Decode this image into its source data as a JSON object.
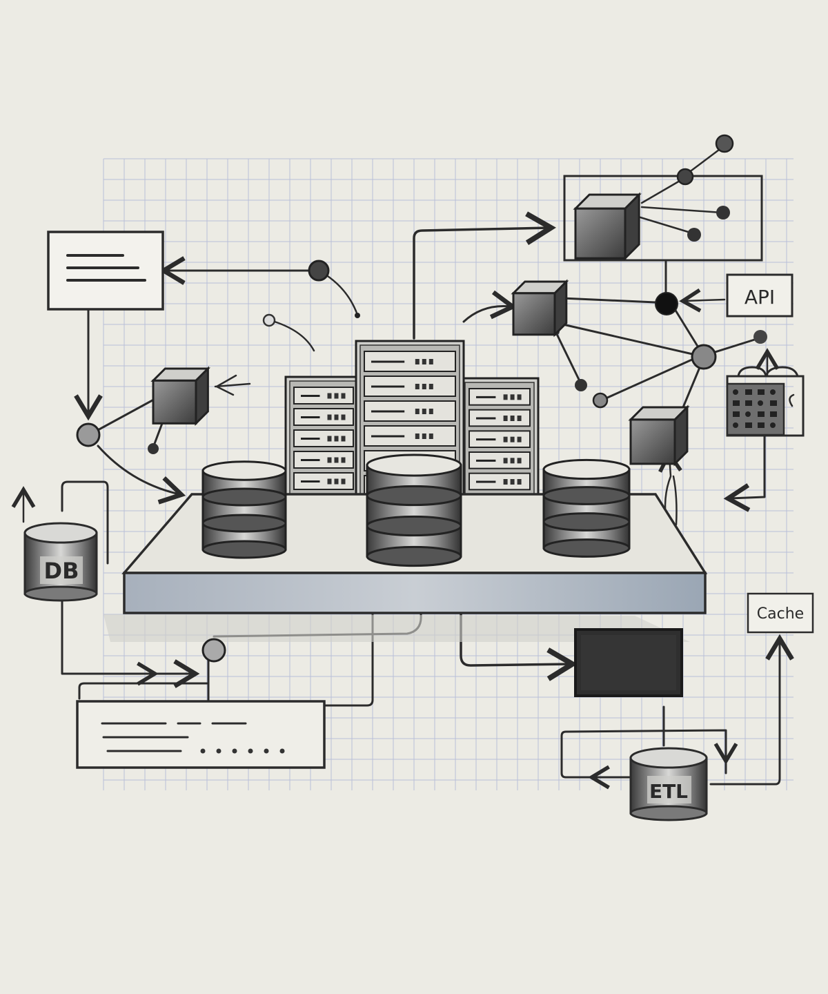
{
  "labels": {
    "api": "API",
    "db": "DB",
    "cache": "Cache",
    "etl": "ETL"
  },
  "colors": {
    "paper": "#ecebe4",
    "grid": "#b9bfd8",
    "ink": "#2b2b2b",
    "wash": "#9aa6b4"
  }
}
